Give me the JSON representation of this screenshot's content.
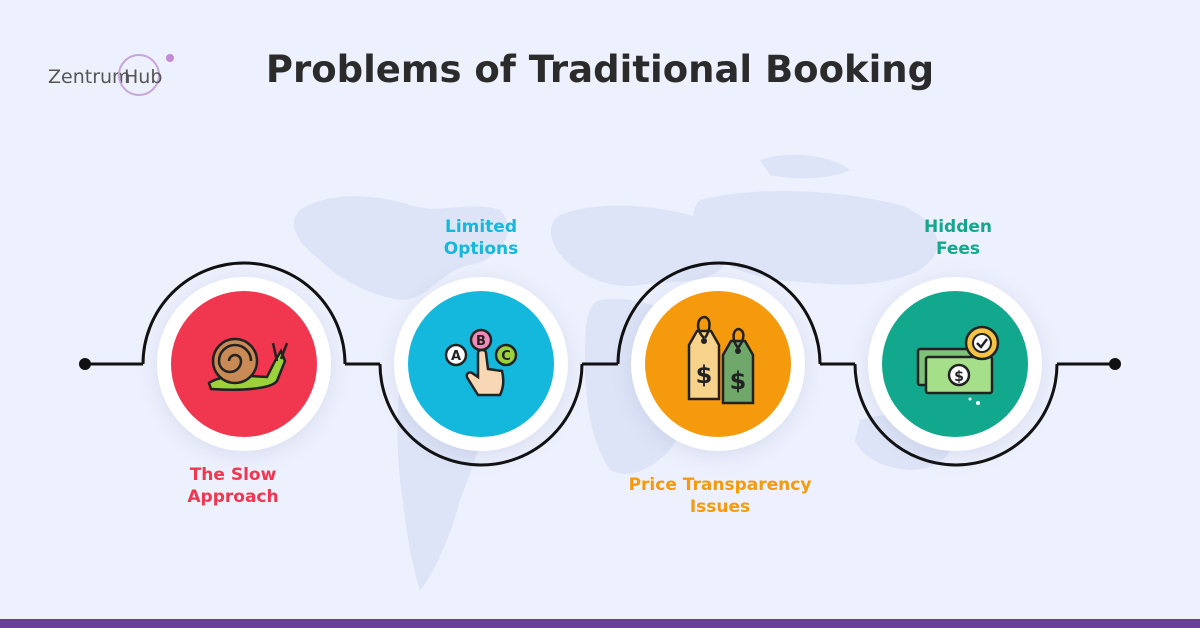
{
  "title": "Problems of Traditional Booking",
  "logo": {
    "brand": "Zentrum",
    "suffix": "Hub"
  },
  "colors": {
    "slow": "#f0374f",
    "limited": "#14b8dc",
    "price": "#f59a0d",
    "hidden": "#12a88e",
    "bar": "#6a3f9a"
  },
  "steps": [
    {
      "label_line1": "The Slow",
      "label_line2": "Approach",
      "icon": "snail-icon"
    },
    {
      "label_line1": "Limited",
      "label_line2": "Options",
      "icon": "abc-choice-icon"
    },
    {
      "label_line1": "Price Transparency",
      "label_line2": "Issues",
      "icon": "price-tags-icon"
    },
    {
      "label_line1": "Hidden",
      "label_line2": "Fees",
      "icon": "money-gear-icon"
    }
  ]
}
